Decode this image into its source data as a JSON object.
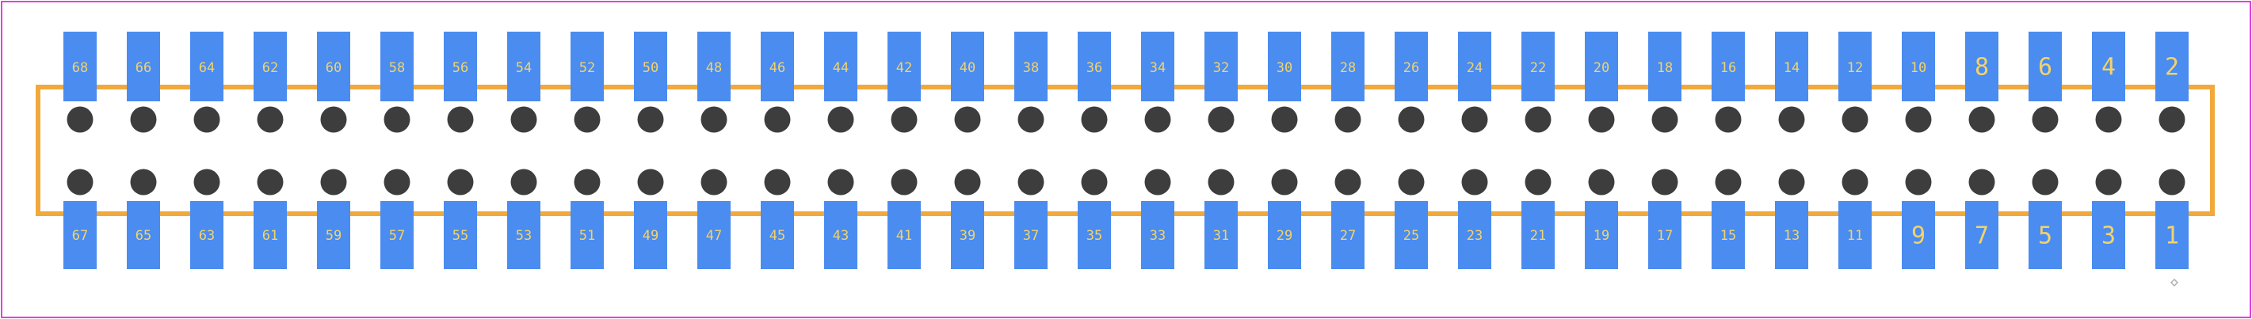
{
  "colors": {
    "board_outline": "#e040e0",
    "pad": "#4a8cf0",
    "pad_label": "#f3d36b",
    "silkscreen": "#f2a93b",
    "hole": "#3d3d3d",
    "marker": "#b0b0b0"
  },
  "footprint": {
    "type": "dual-row connector footprint",
    "pin_count": 68,
    "columns": 34,
    "top_row_labels": [
      "68",
      "66",
      "64",
      "62",
      "60",
      "58",
      "56",
      "54",
      "52",
      "50",
      "48",
      "46",
      "44",
      "42",
      "40",
      "38",
      "36",
      "34",
      "32",
      "30",
      "28",
      "26",
      "24",
      "22",
      "20",
      "18",
      "16",
      "14",
      "12",
      "10",
      "8",
      "6",
      "4",
      "2"
    ],
    "bottom_row_labels": [
      "67",
      "65",
      "63",
      "61",
      "59",
      "57",
      "55",
      "53",
      "51",
      "49",
      "47",
      "45",
      "43",
      "41",
      "39",
      "37",
      "35",
      "33",
      "31",
      "29",
      "27",
      "25",
      "23",
      "21",
      "19",
      "17",
      "15",
      "13",
      "11",
      "9",
      "7",
      "5",
      "3",
      "1"
    ],
    "marker_icon": "pin1-marker-icon"
  }
}
